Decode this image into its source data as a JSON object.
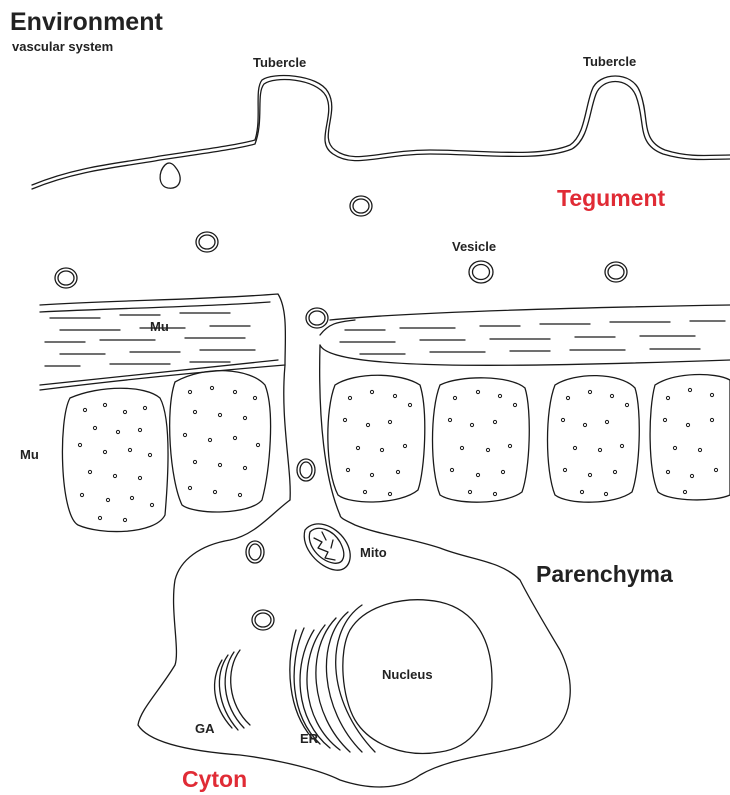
{
  "title": "Environment",
  "subtitle": "vascular system",
  "labels": {
    "tubercle_left": "Tubercle",
    "tubercle_right": "Tubercle",
    "tegument": "Tegument",
    "vesicle": "Vesicle",
    "mu_upper": "Mu",
    "mu_left": "Mu",
    "mito": "Mito",
    "parenchyma": "Parenchyma",
    "nucleus": "Nucleus",
    "ga": "GA",
    "er": "ER",
    "cyton": "Cyton"
  },
  "colors": {
    "stroke": "#1a1a1a",
    "text": "#222222",
    "accent_red": "#e02b35"
  }
}
